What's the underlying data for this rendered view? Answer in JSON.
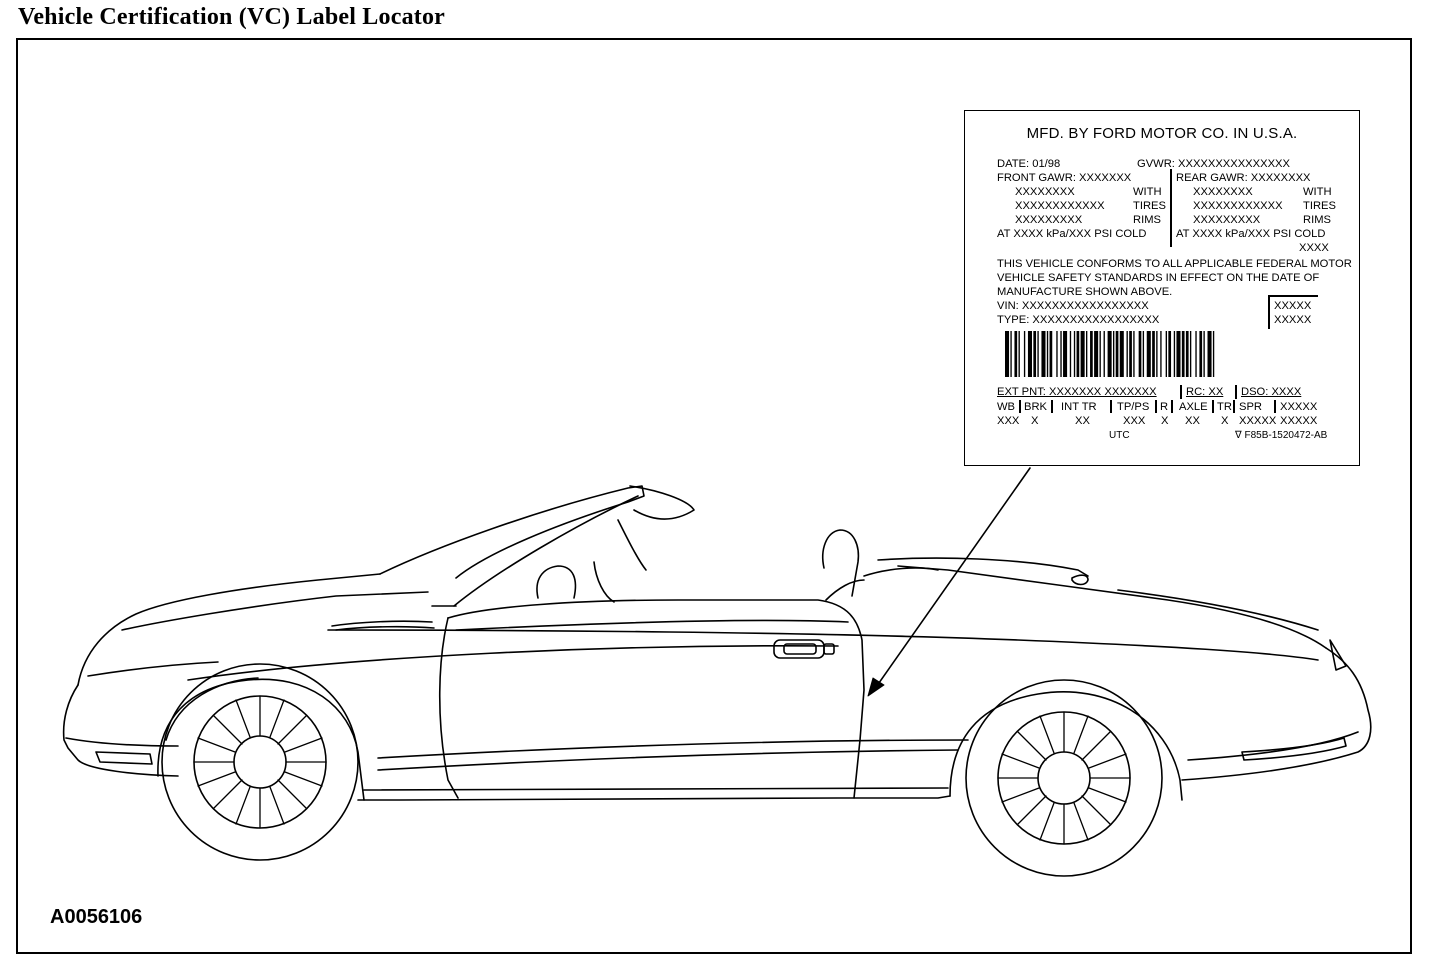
{
  "title": "Vehicle Certification (VC) Label Locator",
  "figure_id": "A0056106",
  "label": {
    "manufacturer": "MFD. BY FORD MOTOR CO. IN U.S.A.",
    "date": "DATE: 01/98",
    "gvwr": "GVWR:  XXXXXXXXXXXXXXX",
    "front_gawr": "FRONT GAWR: XXXXXXX",
    "rear_gawr": "REAR GAWR: XXXXXXXX",
    "front_lines": [
      "XXXXXXXX",
      "XXXXXXXXXXXX",
      "XXXXXXXXX"
    ],
    "rear_lines": [
      "XXXXXXXX",
      "XXXXXXXXXXXX",
      "XXXXXXXXX"
    ],
    "with_words": [
      "WITH",
      "TIRES",
      "RIMS"
    ],
    "front_pressure": "AT XXXX   kPa/XXX   PSI   COLD",
    "rear_pressure": "AT XXXX   kPa/XXX   PSI   COLD",
    "rear_extra": "XXXX",
    "conformance": [
      "THIS VEHICLE CONFORMS TO ALL APPLICABLE FEDERAL MOTOR",
      "VEHICLE SAFETY STANDARDS IN EFFECT ON THE DATE OF",
      "MANUFACTURE SHOWN ABOVE."
    ],
    "vin": "VIN:   XXXXXXXXXXXXXXXXX",
    "type": "TYPE:  XXXXXXXXXXXXXXXXX",
    "box_codes": [
      "XXXXX",
      "XXXXX"
    ],
    "ext_pnt": "EXT PNT:   XXXXXXX  XXXXXXX",
    "rc": "RC:   XX",
    "dso": "DSO:   XXXX",
    "code_headers": [
      "WB",
      "BRK",
      "INT   TR",
      "TP/PS",
      "R",
      "AXLE",
      "TR",
      "SPR",
      "XXXXX"
    ],
    "code_values": [
      "XXX",
      "X",
      "XX",
      "XXX",
      "X",
      "XX",
      "X",
      "XXXXX",
      "XXXXX"
    ],
    "utc": "UTC",
    "part_number": "∇ F85B-1520472-AB"
  }
}
